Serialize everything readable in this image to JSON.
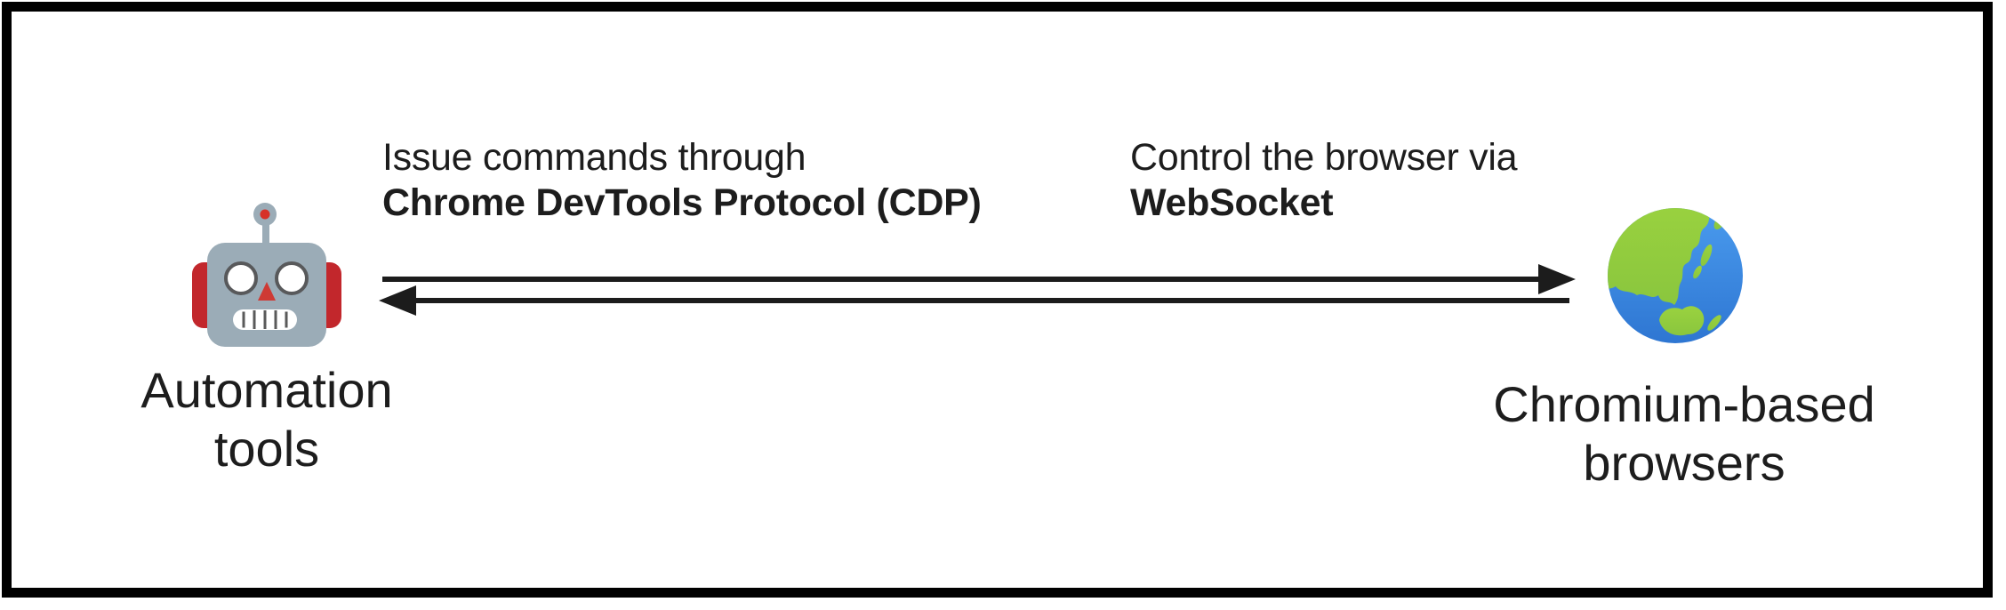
{
  "diagram": {
    "left_node": {
      "icon_name": "robot-icon",
      "label_line1": "Automation",
      "label_line2": "tools"
    },
    "right_node": {
      "icon_name": "globe-icon",
      "label_line1": "Chromium-based",
      "label_line2": "browsers"
    },
    "left_annotation": {
      "line1": "Issue commands through",
      "line2": "Chrome DevTools Protocol (CDP)"
    },
    "right_annotation": {
      "line1": "Control the browser via",
      "line2": "WebSocket"
    },
    "arrows": [
      {
        "direction": "left-to-right"
      },
      {
        "direction": "right-to-left"
      }
    ]
  },
  "colors": {
    "background": "#ffffff",
    "frame_border": "#000000",
    "text": "#1d1d1d",
    "arrow": "#1c1c1c",
    "robot_head": "#9BACB7",
    "robot_ear": "#C2272C",
    "robot_antenna_dot": "#D63129",
    "robot_nose": "#CE3A34",
    "robot_eye_ring": "#58595B",
    "robot_mouth_line": "#5A5A5A",
    "globe_ocean_top": "#4A9BEE",
    "globe_ocean_bottom": "#2E76D2",
    "globe_land": "#8AC63E",
    "globe_land_light": "#9AD23F"
  }
}
